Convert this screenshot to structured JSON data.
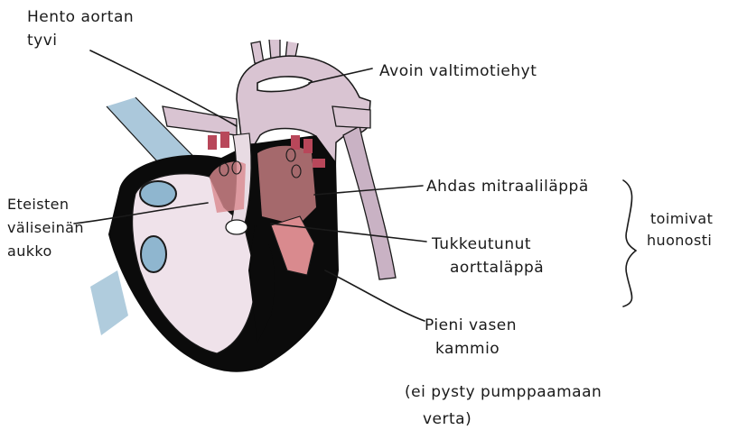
{
  "labels": {
    "hento_aortan_tyvi": [
      "Hento aortan",
      "tyvi"
    ],
    "avoin_valtimotiehyt": "Avoin valtimotiehyt",
    "eteisten_valiseinan_aukko": [
      "Eteisten",
      "väliseinän",
      "aukko"
    ],
    "ahdas_mitraalilappa": "Ahdas mitraaliläppä",
    "tukkeutunut_aorttalappa": [
      "Tukkeutunut",
      "aorttaläppä"
    ],
    "toimivat_huonosti": [
      "toimivat",
      "huonosti"
    ],
    "pieni_vasen_kammio": [
      "Pieni vasen",
      "kammio"
    ],
    "ei_pysty": [
      "(ei pysty pumppaamaan",
      "verta)"
    ]
  },
  "colors": {
    "ink": "#1a1a1a",
    "vessel_pink": "#d9c4d2",
    "vessel_mauve": "#c9b2c4",
    "red_shading": "#d98a8e",
    "red_dark": "#b8475a",
    "blue": "#8fb6cf",
    "blue_light": "#b9d3e3",
    "muscle_black": "#0b0b0b"
  }
}
